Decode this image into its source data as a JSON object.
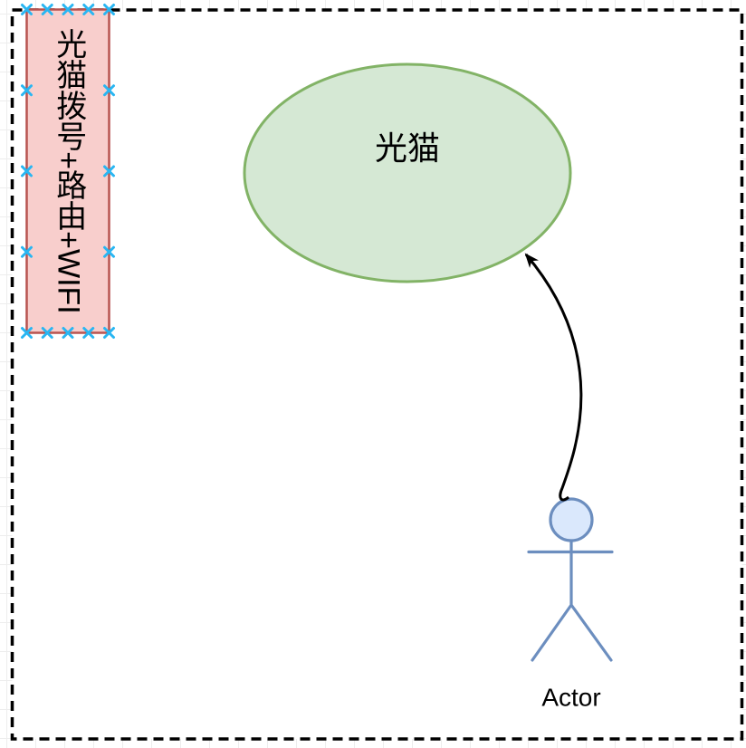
{
  "app": {
    "type": "diagram-editor-canvas"
  },
  "page": {
    "fill": "#ffffff",
    "border_color": "#000000",
    "border_style": "dashed",
    "grid_color": "#ededed"
  },
  "nodes": {
    "modem_router_note": {
      "label": "光猫拨号+路由+WIFI",
      "fill": "#f8cecc",
      "stroke": "#b85450",
      "text_color": "#000000",
      "writing": "vertical",
      "selected": true
    },
    "modem_ellipse": {
      "label": "光猫",
      "fill": "#d5e8d4",
      "stroke": "#82b366",
      "text_color": "#000000"
    },
    "actor": {
      "label": "Actor",
      "fill": "#dae8fc",
      "stroke": "#6c8ebf",
      "text_color": "#000000"
    }
  },
  "connector": {
    "stroke": "#000000",
    "style": "curved-arrow"
  },
  "selection": {
    "connection_point_color": "#29b6f2"
  }
}
